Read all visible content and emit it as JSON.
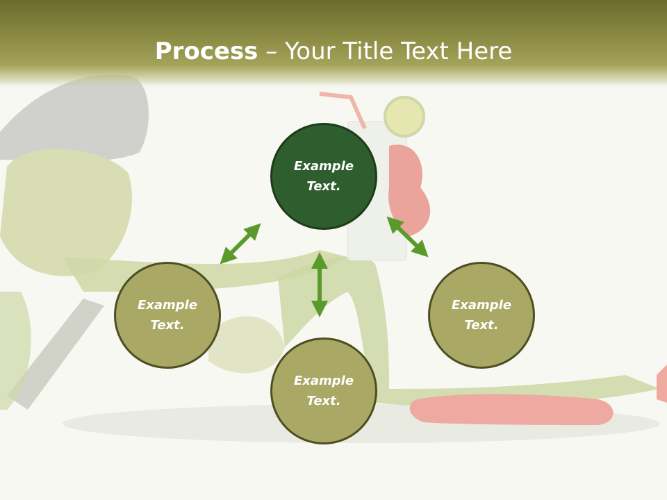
{
  "slide": {
    "title_bold": "Process",
    "title_rest": " – Your Title Text Here"
  },
  "nodes": {
    "top": "Example Text.",
    "left": "Example Text.",
    "right": "Example Text.",
    "bottom": "Example Text."
  },
  "colors": {
    "header": "#8c8c45",
    "center_circle": "#2e5e2e",
    "outer_circle": "#aaa865",
    "arrow": "#5a9a2a"
  }
}
